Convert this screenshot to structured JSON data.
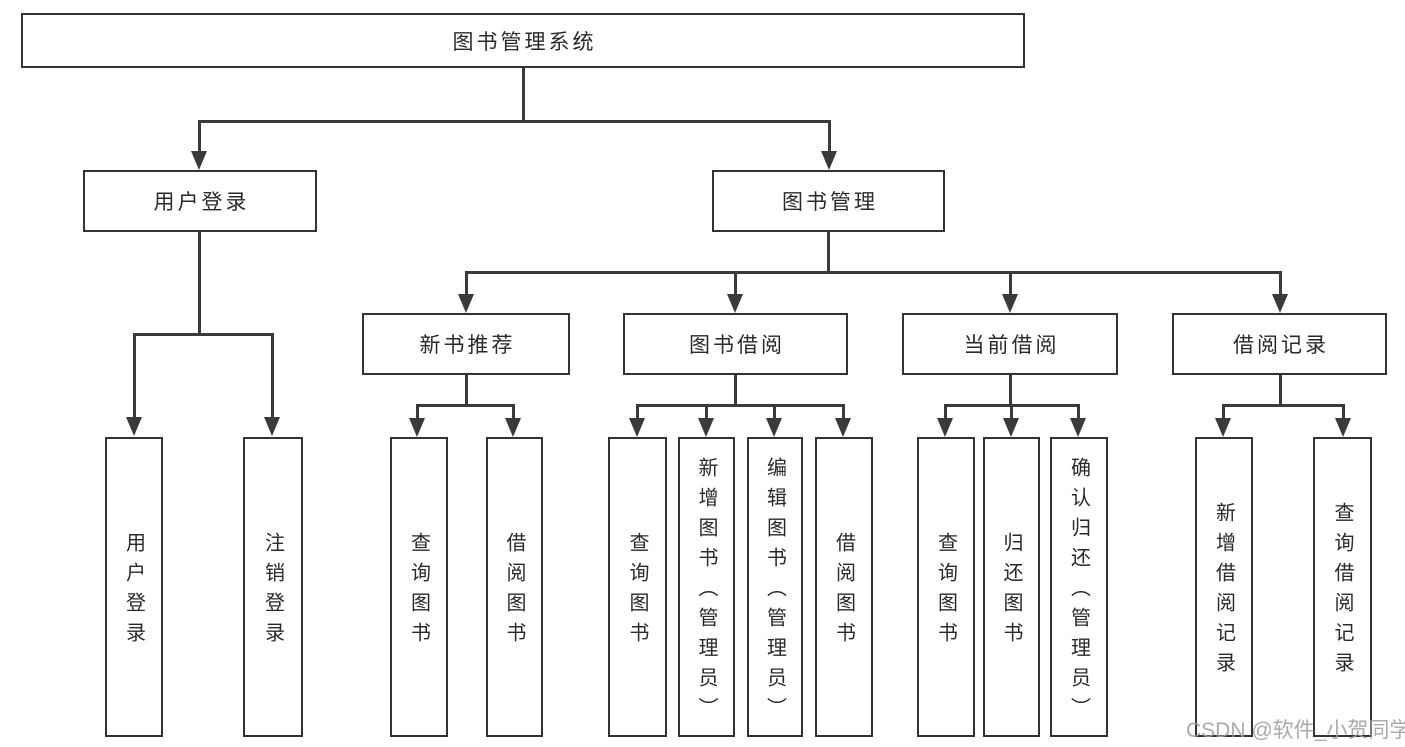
{
  "tree": {
    "label": "图书管理系统",
    "children": [
      {
        "label": "用户登录",
        "children": [
          {
            "label": "用户登录"
          },
          {
            "label": "注销登录"
          }
        ]
      },
      {
        "label": "图书管理",
        "children": [
          {
            "label": "新书推荐",
            "children": [
              {
                "label": "查询图书"
              },
              {
                "label": "借阅图书"
              }
            ]
          },
          {
            "label": "图书借阅",
            "children": [
              {
                "label": "查询图书"
              },
              {
                "label": "新增图书（管理员）"
              },
              {
                "label": "编辑图书（管理员）"
              },
              {
                "label": "借阅图书"
              }
            ]
          },
          {
            "label": "当前借阅",
            "children": [
              {
                "label": "查询图书"
              },
              {
                "label": "归还图书"
              },
              {
                "label": "确认归还（管理员）"
              }
            ]
          },
          {
            "label": "借阅记录",
            "children": [
              {
                "label": "新增借阅记录"
              },
              {
                "label": "查询借阅记录"
              }
            ]
          }
        ]
      }
    ]
  },
  "watermark": {
    "text": "CSDN @软件_小贺同学"
  },
  "colors": {
    "line": "#3a3a3a",
    "box_border": "#333333",
    "text": "#2a2a2a",
    "watermark": "#9e9e9e",
    "background": "#ffffff"
  }
}
